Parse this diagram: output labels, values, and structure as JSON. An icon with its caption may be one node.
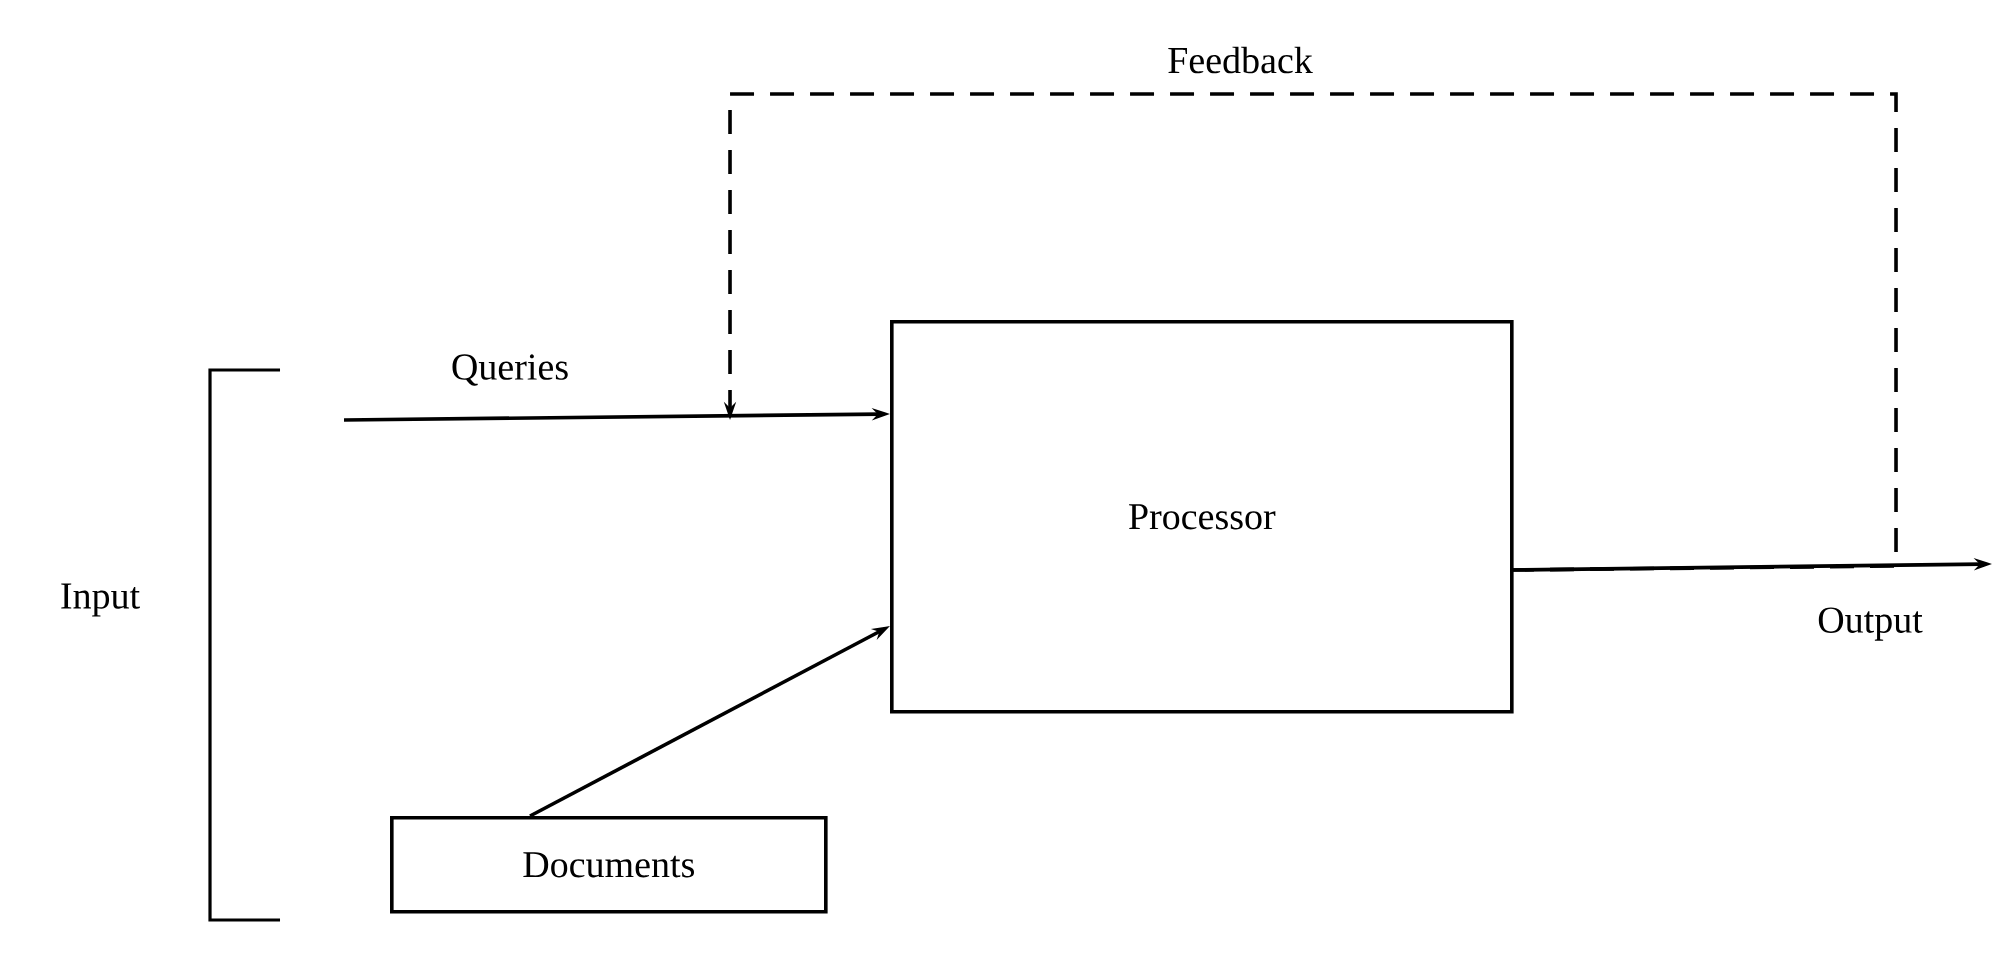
{
  "diagram": {
    "nodes": [
      {
        "text": [
          "Processor"
        ]
      },
      {
        "text": [
          "Documents"
        ]
      }
    ],
    "edges": [
      {
        "from": null,
        "to": 0,
        "arrow": "to",
        "label": "Queries"
      },
      {
        "from": 1,
        "to": 0,
        "arrow": "to"
      },
      {
        "from": 0,
        "to": null,
        "arrow": "to",
        "label": "Output"
      },
      {
        "from": 0,
        "to": null,
        "arrow": "to",
        "style": "dashed",
        "label": "Feedback"
      }
    ],
    "labels": [
      "Input"
    ]
  }
}
